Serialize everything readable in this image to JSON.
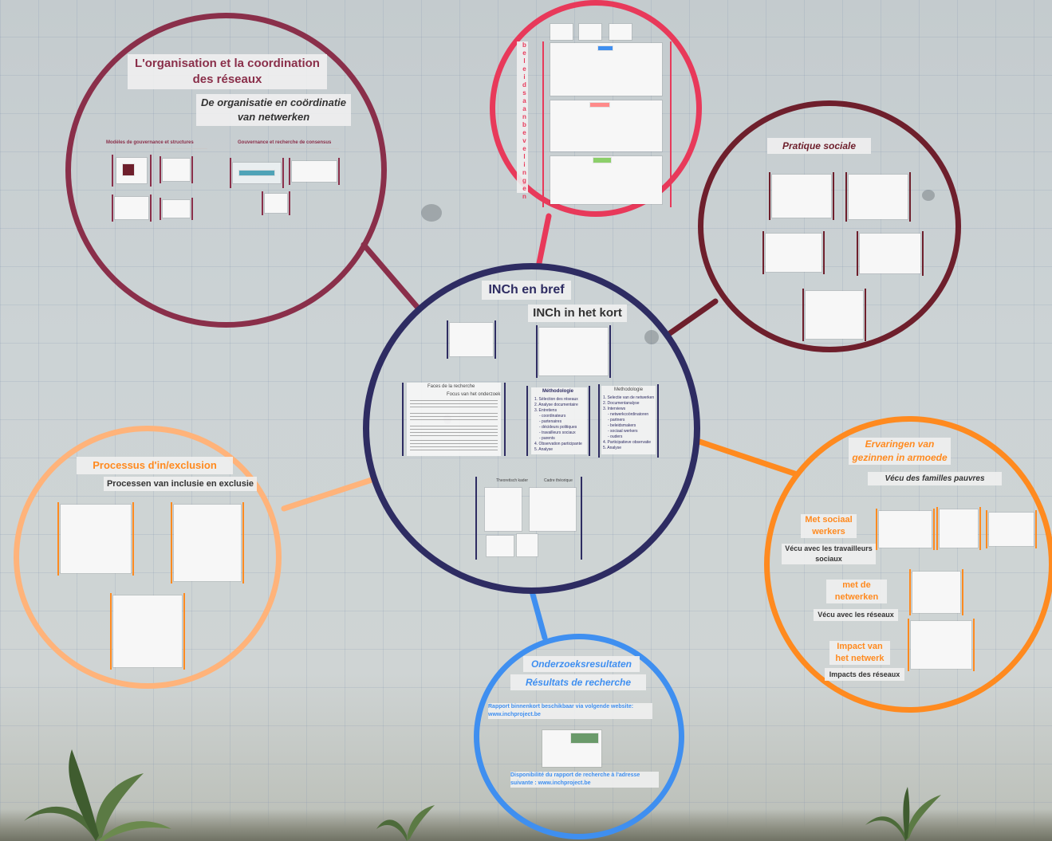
{
  "colors": {
    "maroon": "#8a2f4a",
    "dark_maroon": "#6e1f2c",
    "navy": "#2e2c62",
    "pink_red": "#e8395a",
    "orange": "#ff8a1f",
    "peach": "#ffb37a",
    "blue": "#3f8ff0"
  },
  "center": {
    "title": "INCh en bref",
    "subtitle": "INCh in het kort",
    "faces_fr": "Faces de la recherche",
    "faces_nl": "Focus van het onderzoek",
    "methodologie": "Méthodologie",
    "methodologie_items": [
      "1. Sélection des réseaux",
      "2. Analyse documentaire",
      "3. Entretiens",
      "- coordinateurs",
      "- partenaires",
      "- décideurs politiques",
      "- travailleurs sociaux",
      "- parents",
      "4. Observation participante",
      "5. Analyse"
    ],
    "methodology_nl": "Methodologie",
    "methodology_nl_items": [
      "1. Selectie van de netwerken",
      "2. Documentanalyse",
      "3. Interviews",
      "- netwerkcoördinatoren",
      "- partners",
      "- beleidsmakers",
      "- sociaal werkers",
      "- ouders",
      "4. Participatieve observatie",
      "5. Analyse"
    ],
    "theoretical_nl": "Theoretisch kader",
    "theoretical_fr": "Cadre théorique"
  },
  "organisation": {
    "title_fr": "L'organisation et la coordination des réseaux",
    "title_nl": "De organisatie en coördinatie van netwerken",
    "sub_left": "Modèles de gouvernance et structures",
    "sub_right": "Gouvernance et recherche de consensus"
  },
  "beleid": {
    "vertical_label": "beleidsaanbevelingen"
  },
  "pratique": {
    "title": "Pratique sociale"
  },
  "processus": {
    "title_fr": "Processus d'in/exclusion",
    "title_nl": "Processen van inclusie en exclusie"
  },
  "ervaringen": {
    "title_nl": "Ervaringen van gezinnen in armoede",
    "title_fr": "Vécu des familles pauvres",
    "met_sociaal": "Met sociaal werkers",
    "vecu_travailleurs": "Vécu avec les travailleurs sociaux",
    "met_netwerken": "met de netwerken",
    "vecu_reseaux": "Vécu avec les réseaux",
    "impact": "Impact van het netwerk",
    "impacts_fr": "Impacts des réseaux"
  },
  "resultats": {
    "title_nl": "Onderzoeksresultaten",
    "title_fr": "Résultats de recherche",
    "rapport_nl": "Rapport binnenkort beschikbaar via volgende website: www.inchproject.be",
    "rapport_fr": "Disponibilité du rapport de recherche à l'adresse suivante : www.inchproject.be"
  }
}
